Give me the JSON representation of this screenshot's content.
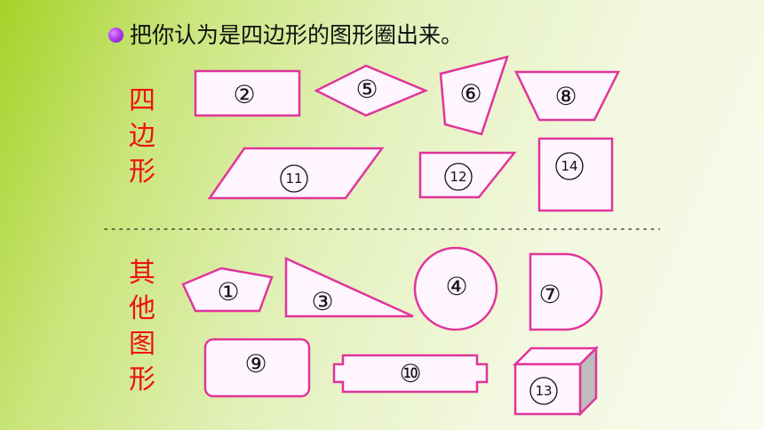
{
  "instruction": "把你认为是四边形的图形圈出来。",
  "labels": {
    "quad_label": [
      "四",
      "边",
      "形"
    ],
    "other_label": [
      "其",
      "他",
      "图",
      "形"
    ]
  },
  "divider_text": "-------------------------------------------------------------------------------",
  "shape_numbers": {
    "n1": "①",
    "n2": "②",
    "n3": "③",
    "n4": "④",
    "n5": "⑤",
    "n6": "⑥",
    "n7": "⑦",
    "n8": "⑧",
    "n9": "⑨",
    "n10": "⑩",
    "n11": "11",
    "n12": "12",
    "n13": "13",
    "n14": "14"
  },
  "colors": {
    "shape_stroke": "#e0359a",
    "shape_fill": "#fff5ff",
    "label_color": "#ee1111",
    "bullet_color": "#b23ef0"
  }
}
